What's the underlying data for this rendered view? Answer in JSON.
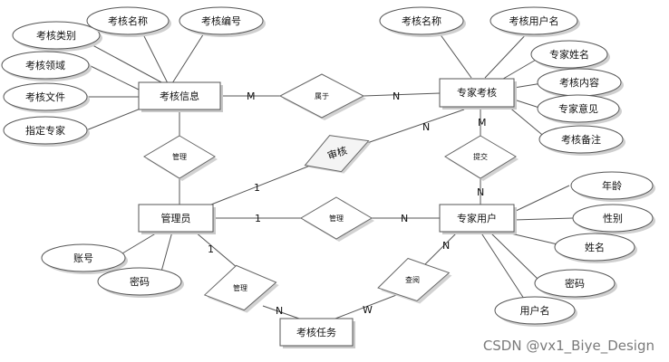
{
  "entities": {
    "kaohe_info": "考核信息",
    "expert_review": "专家考核",
    "admin": "管理员",
    "expert_user": "专家用户",
    "task": "考核任务"
  },
  "attributes": {
    "kaohe_info": [
      "考核类别",
      "考核名称",
      "考核编号",
      "考核领域",
      "考核文件",
      "指定专家"
    ],
    "expert_review": [
      "考核名称",
      "考核用户名",
      "专家姓名",
      "考核内容",
      "专家意见",
      "考核备注"
    ],
    "admin": [
      "账号",
      "密码"
    ],
    "expert_user": [
      "年龄",
      "性别",
      "姓名",
      "密码",
      "用户名"
    ]
  },
  "relationships": {
    "belongs": "属于",
    "manage_info": "管理",
    "audit": "审核",
    "submit": "提交",
    "manage_user": "管理",
    "manage_task": "管理",
    "view": "查阅"
  },
  "cardinalities": {
    "belongs_left": "M",
    "belongs_right": "N",
    "audit_admin": "1",
    "audit_expert": "N",
    "submit_top": "M",
    "submit_bottom": "N",
    "manage_user_left": "1",
    "manage_user_right": "N",
    "manage_task_top": "1",
    "manage_task_bottom": "N",
    "view_top": "N",
    "view_bottom": "W"
  },
  "watermark": "CSDN @vx1_Biye_Design"
}
